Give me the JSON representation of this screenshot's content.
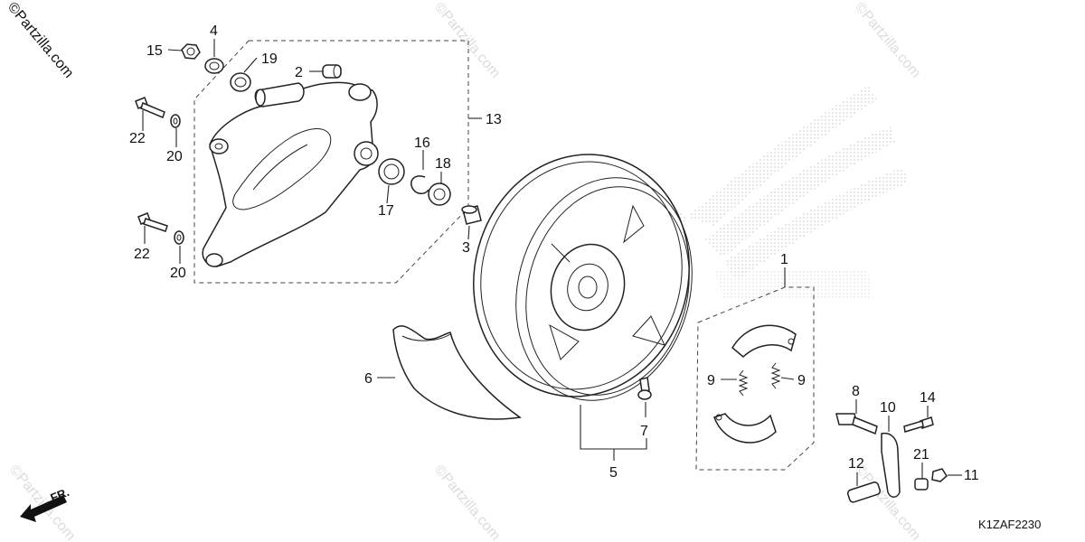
{
  "watermark": {
    "text": "©Partzilla.com"
  },
  "diagram_code": "K1ZAF2230",
  "front_indicator": "FR.",
  "callouts": {
    "c1": "1",
    "c2": "2",
    "c3": "3",
    "c4": "4",
    "c5": "5",
    "c6": "6",
    "c7": "7",
    "c8": "8",
    "c9a": "9",
    "c9b": "9",
    "c10": "10",
    "c11": "11",
    "c12": "12",
    "c13": "13",
    "c14": "14",
    "c15": "15",
    "c16": "16",
    "c17": "17",
    "c18": "18",
    "c19": "19",
    "c20a": "20",
    "c20b": "20",
    "c21": "21",
    "c22a": "22",
    "c22b": "22"
  },
  "icons": [
    "front-direction-arrow-icon",
    "brand-wing-logo-icon"
  ]
}
